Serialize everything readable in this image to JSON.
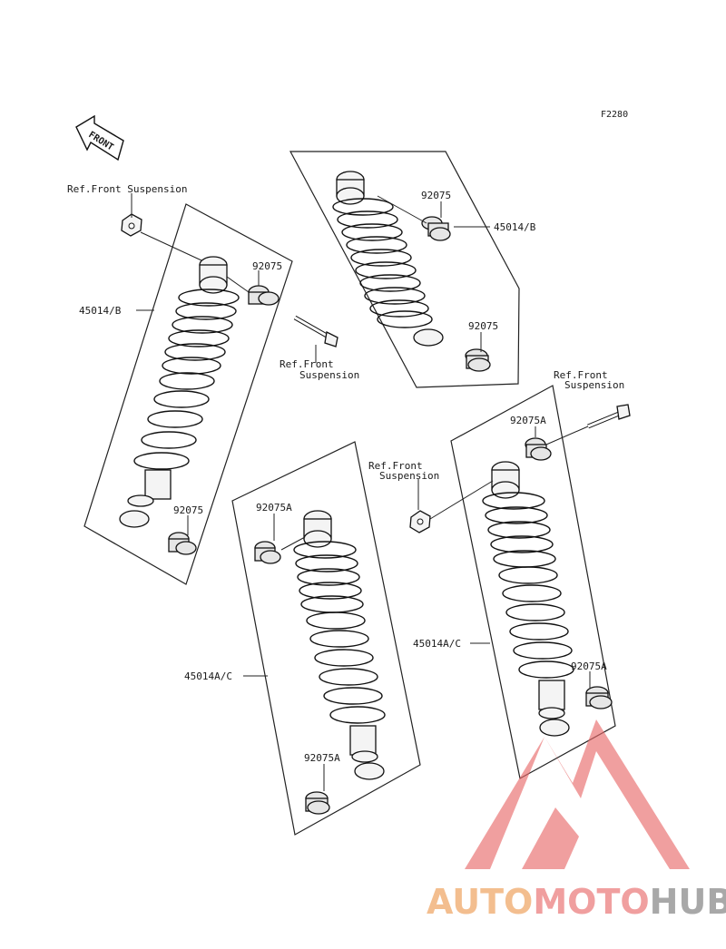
{
  "figure_code": "F2280",
  "front_badge": "FRONT",
  "labels": {
    "ref_front_suspension_top": "Ref.Front Suspension",
    "ref_front_suspension_left_l1": "Ref.Front",
    "ref_front_suspension_left_l2": "Suspension",
    "ref_front_suspension_right_l1": "Ref.Front",
    "ref_front_suspension_right_l2": "Suspension",
    "ref_front_suspension_mid_l1": "Ref.Front",
    "ref_front_suspension_mid_l2": "Suspension",
    "part_45014B_left": "45014/B",
    "part_45014B_right": "45014/B",
    "part_92075_a": "92075",
    "part_92075_b": "92075",
    "part_92075_c": "92075",
    "part_92075_d": "92075",
    "part_92075A_a": "92075A",
    "part_92075A_b": "92075A",
    "part_92075A_c": "92075A",
    "part_92075A_d": "92075A",
    "part_45014AC_left": "45014A/C",
    "part_45014AC_right": "45014A/C"
  },
  "watermark": {
    "part1": "AUTO",
    "part2": "MOTO",
    "part3": "HUB",
    "color1": "#f2b37c",
    "color2": "#ee8f8f",
    "color3": "#9a9a9a",
    "triangle_color": "#e86a6a"
  }
}
